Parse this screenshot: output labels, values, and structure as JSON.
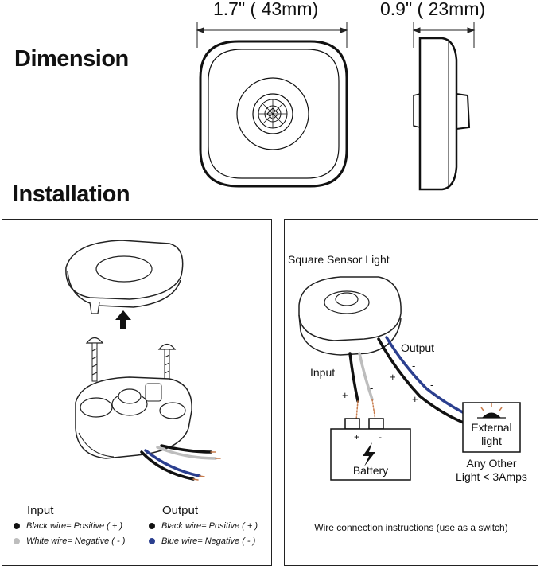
{
  "dimension": {
    "heading": "Dimension",
    "width_label": "1.7\" ( 43mm)",
    "depth_label": "0.9\" ( 23mm)"
  },
  "installation": {
    "heading": "Installation",
    "legend": {
      "input_title": "Input",
      "output_title": "Output",
      "input_rows": [
        {
          "text": "Black wire= Positive ( + )",
          "color": "#111111"
        },
        {
          "text": "White wire= Negative ( - )",
          "color": "#bdbdbd"
        }
      ],
      "output_rows": [
        {
          "text": "Black wire= Positive ( + )",
          "color": "#111111"
        },
        {
          "text": "Blue wire= Negative ( - )",
          "color": "#2b3f8f"
        }
      ]
    }
  },
  "wiring": {
    "title": "Square Sensor Light",
    "input_label": "Input",
    "output_label": "Output",
    "plus": "+",
    "minus": "-",
    "battery_label": "Battery",
    "external_line1": "External",
    "external_line2": "light",
    "other_line1": "Any Other",
    "other_line2": "Light < 3Amps",
    "caption": "Wire connection instructions (use as a switch)"
  },
  "colors": {
    "black_wire": "#111111",
    "white_wire": "#bdbdbd",
    "blue_wire": "#2b3f8f",
    "dotted_wire": "#c77a4a"
  }
}
